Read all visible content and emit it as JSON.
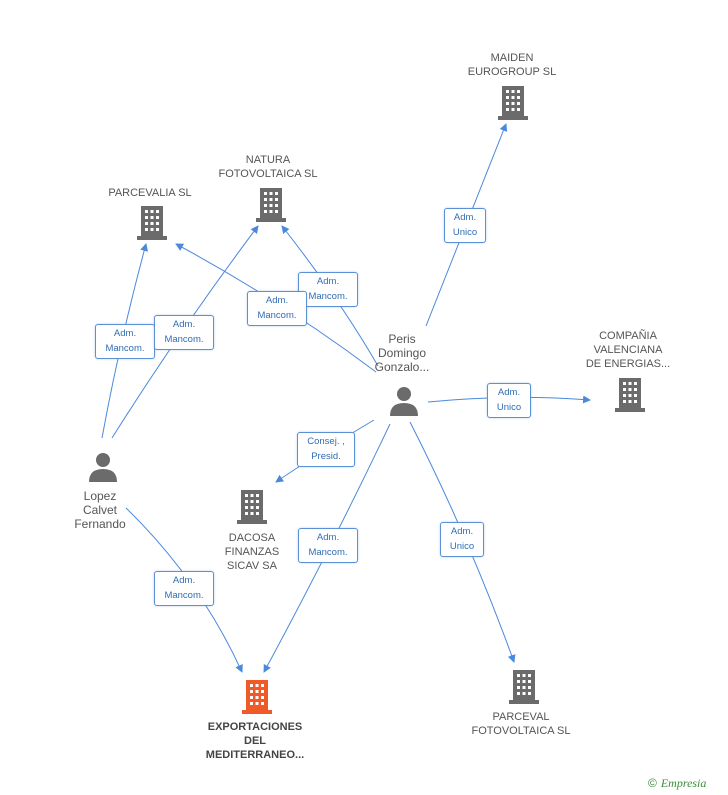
{
  "colors": {
    "edge": "#4a89dc",
    "building": "#6b6b6b",
    "main_building": "#f05a28",
    "person": "#6b6b6b"
  },
  "nodes": {
    "maiden": "MAIDEN\nEUROGROUP SL",
    "natura": "NATURA\nFOTOVOLTAICA SL",
    "parcevalia": "PARCEVALIA SL",
    "compania": "COMPAÑIA\nVALENCIANA\nDE ENERGIAS...",
    "dacosa": "DACOSA\nFINANZAS\nSICAV SA",
    "exportaciones": "EXPORTACIONES\nDEL\nMEDITERRANEO...",
    "parceval": "PARCEVAL\nFOTOVOLTAICA SL",
    "peris": "Peris\nDomingo\nGonzalo...",
    "lopez": "Lopez\nCalvet\nFernando"
  },
  "edges": {
    "peris_maiden": "Adm.\nUnico",
    "peris_natura": "Adm.\nMancom.",
    "peris_parcevalia": "Adm.\nMancom.",
    "peris_compania": "Adm.\nUnico",
    "peris_dacosa": "Consej. ,\nPresid.",
    "peris_exportaciones": "Adm.\nMancom.",
    "peris_parceval": "Adm.\nUnico",
    "lopez_parcevalia": "Adm.\nMancom.",
    "lopez_natura": "Adm.\nMancom.",
    "lopez_exportaciones": "Adm.\nMancom."
  },
  "brand": {
    "copyright": "©",
    "name": "Empresia"
  }
}
